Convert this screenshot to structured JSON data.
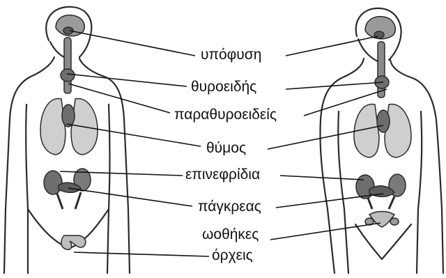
{
  "labels": {
    "pituitary": "υπόφυση",
    "thyroid": "θυροειδής",
    "parathyroid": "παραθυροειδείς",
    "thymus": "θύμος",
    "adrenal": "επινεφρίδια",
    "pancreas": "πάγκρεας",
    "ovaries": "ωοθήκες",
    "testes": "όρχεις"
  },
  "colors": {
    "outline": "#2a2a2a",
    "lung_fill": "#cfcfcf",
    "organ_fill": "#6e6e6e",
    "leader_line": "#111111"
  }
}
